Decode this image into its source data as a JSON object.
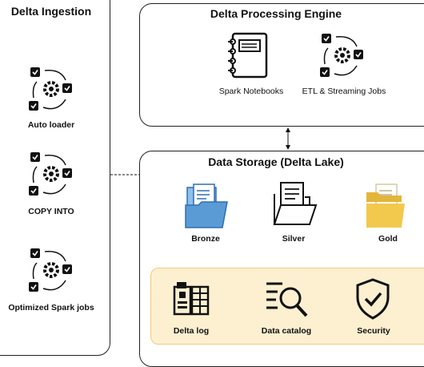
{
  "ingestion": {
    "title": "Delta Ingestion",
    "items": [
      "Auto loader",
      "COPY INTO",
      "Optimized Spark jobs"
    ]
  },
  "processing": {
    "title": "Delta Processing Engine",
    "items": [
      "Spark Notebooks",
      "ETL & Streaming Jobs"
    ]
  },
  "storage": {
    "title": "Data Storage (Delta Lake)",
    "layers": [
      "Bronze",
      "Silver",
      "Gold"
    ],
    "features": [
      "Delta log",
      "Data catalog",
      "Security"
    ]
  },
  "colors": {
    "border": "#222222",
    "bronze_folder": "#5b9bd5",
    "gold_folder": "#f2c94c",
    "feature_panel": "#fdf0d0",
    "feature_border": "#f3c97a"
  },
  "icons": {
    "ingestion": "gear-checklist-icon",
    "notebook": "notebook-icon",
    "etl": "gear-checklist-icon",
    "bronze": "folder-icon",
    "silver": "folder-icon",
    "gold": "folder-icon",
    "delta_log": "database-log-icon",
    "catalog": "search-catalog-icon",
    "security": "shield-check-icon"
  }
}
